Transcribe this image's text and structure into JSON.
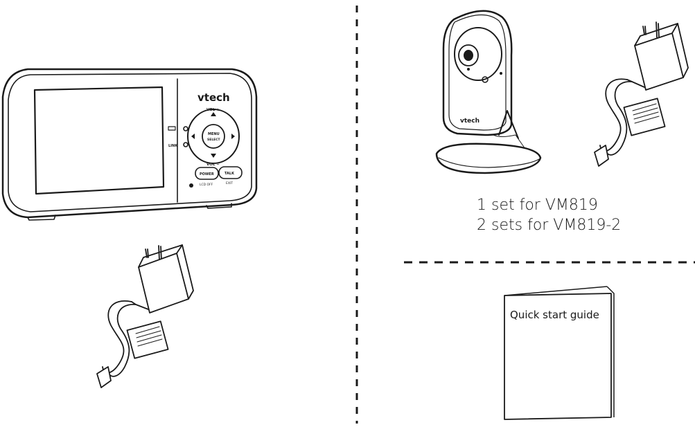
{
  "monitor": {
    "brand": "vtech",
    "vol_up": "VOL +",
    "vol_down": "VOL −",
    "menu": "MENU",
    "select": "SELECT",
    "power": "POWER",
    "talk": "TALK",
    "lcd_off": "LCD OFF",
    "exit": "EXIT",
    "link": "LINK"
  },
  "camera": {
    "brand": "vtech"
  },
  "caption": {
    "line1": "1 set for VM819",
    "line2": "2 sets for VM819-2"
  },
  "guide": {
    "title": "Quick start guide"
  }
}
